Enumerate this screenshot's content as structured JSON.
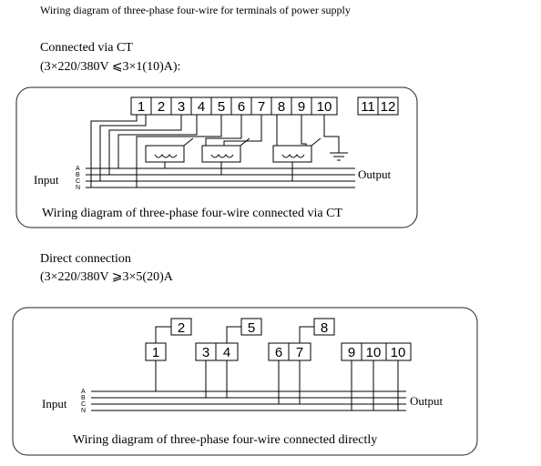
{
  "page_title": "Wiring diagram of three-phase four-wire for terminals of power supply",
  "ct_section": {
    "heading": "Connected via CT",
    "spec": "(3×220/380V  ⩽3×1(10)A):",
    "terminals": [
      "1",
      "2",
      "3",
      "4",
      "5",
      "6",
      "7",
      "8",
      "9",
      "10",
      "11",
      "12"
    ],
    "input_label": "Input",
    "output_label": "Output",
    "phases": [
      "A",
      "B",
      "C",
      "N"
    ],
    "caption": "Wiring diagram of three-phase four-wire connected via CT"
  },
  "direct_section": {
    "heading": "Direct connection",
    "spec": "(3×220/380V ⩾3×5(20)A",
    "terminals_top": [
      "2",
      "5",
      "8"
    ],
    "terminals_bottom": [
      "1",
      "3",
      "4",
      "6",
      "7",
      "9",
      "10",
      "10"
    ],
    "input_label": "Input",
    "output_label": "Output",
    "phases": [
      "A",
      "B",
      "C",
      "N"
    ],
    "caption": "Wiring diagram of three-phase four-wire connected directly"
  }
}
